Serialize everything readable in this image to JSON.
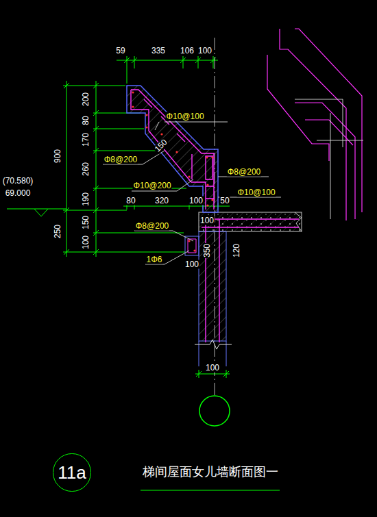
{
  "diagram": {
    "title": "梯间屋面女儿墙断面图一",
    "nodes": [
      {
        "text": [
          "11a"
        ]
      }
    ],
    "labels": [
      "59",
      "335",
      "106",
      "100",
      "200",
      "80",
      "170",
      "260",
      "190",
      "900",
      "(70.580)",
      "69.000",
      "250",
      "150",
      "100",
      "Φ10@100",
      "Φ8@200",
      "150",
      "Φ10@200",
      "Φ8@200",
      "Φ10@100",
      "80",
      "320",
      "100",
      "50",
      "100",
      "Φ8@200",
      "1Φ6",
      "100",
      "350",
      "120",
      "100"
    ]
  }
}
